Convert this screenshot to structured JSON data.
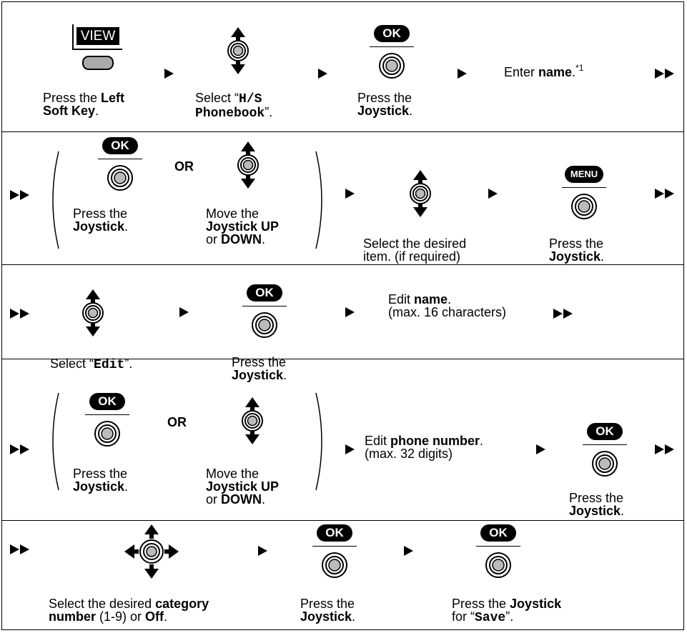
{
  "row1": {
    "view_label": "VIEW",
    "cap1_a": "Press the ",
    "cap1_b": "Left",
    "cap1_c": "Soft Key",
    "cap1_d": ".",
    "cap2_a": "Select “",
    "cap2_b": "H/S",
    "cap2_c": "Phonebook",
    "cap2_d": "”.",
    "ok_label": "OK",
    "cap3_a": "Press the",
    "cap3_b": "Joystick",
    "cap3_c": ".",
    "enter_a": "Enter ",
    "enter_b": "name",
    "enter_c": ".",
    "enter_sup": "*1"
  },
  "row2": {
    "ok_label": "OK",
    "or_label": "OR",
    "cap1_a": "Press the",
    "cap1_b": "Joystick",
    "cap1_c": ".",
    "cap2_a": "Move the",
    "cap2_b": "Joystick UP",
    "cap2_c": "or ",
    "cap2_d": "DOWN",
    "cap2_e": ".",
    "cap3_a": "Select the desired",
    "cap3_b": "item. (if required)",
    "menu_label": "MENU",
    "cap4_a": "Press the",
    "cap4_b": "Joystick",
    "cap4_c": "."
  },
  "row3": {
    "cap1_a": "Select “",
    "cap1_b": "Edit",
    "cap1_c": "”.",
    "ok_label": "OK",
    "cap2_a": "Press the",
    "cap2_b": "Joystick",
    "cap2_c": ".",
    "edit_a": "Edit ",
    "edit_b": "name",
    "edit_c": ".",
    "edit_d": "(max. 16 characters)"
  },
  "row4": {
    "ok_label": "OK",
    "or_label": "OR",
    "cap1_a": "Press the",
    "cap1_b": "Joystick",
    "cap1_c": ".",
    "cap2_a": "Move the",
    "cap2_b": "Joystick UP",
    "cap2_c": "or ",
    "cap2_d": "DOWN",
    "cap2_e": ".",
    "edit_a": "Edit ",
    "edit_b": "phone number",
    "edit_c": ".",
    "edit_d": "(max. 32 digits)",
    "ok_label2": "OK",
    "cap3_a": "Press the",
    "cap3_b": "Joystick",
    "cap3_c": "."
  },
  "row5": {
    "cap1_a": "Select the desired ",
    "cap1_b": "category",
    "cap1_c": "number",
    "cap1_d": " (1-9) or ",
    "cap1_e": "Off",
    "cap1_f": ".",
    "ok_label": "OK",
    "cap2_a": "Press the",
    "cap2_b": "Joystick",
    "cap2_c": ".",
    "ok_label2": "OK",
    "cap3_a": "Press the ",
    "cap3_b": "Joystick",
    "cap3_c": "for “",
    "cap3_d": "Save",
    "cap3_e": "”."
  }
}
